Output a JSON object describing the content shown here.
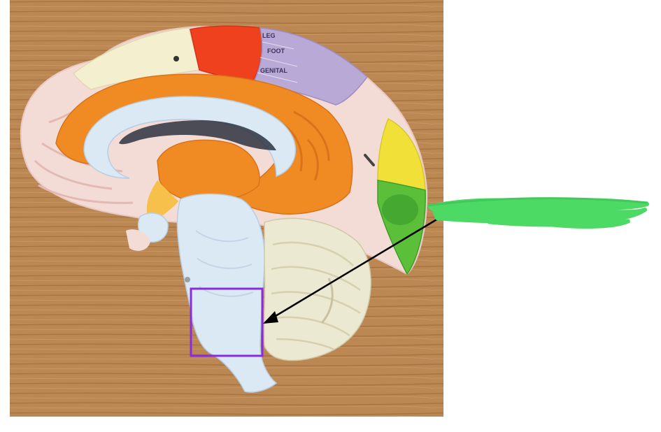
{
  "photo": {
    "subject": "brain-model-midsagittal",
    "engraved_labels": [
      "LEG",
      "FOOT",
      "GENITAL"
    ]
  },
  "annotations": {
    "arrow_color": "#000000",
    "highlight_box_color": "#8a2be2",
    "redaction_color": "#4cd964"
  },
  "colors": {
    "table_wood": "#b8844f",
    "cortex_pink": "#f3dcd6",
    "orange": "#f08a22",
    "light_blue": "#dbe9f5",
    "red": "#f0411e",
    "purple": "#b9a9d6",
    "yellow": "#f1e037",
    "green": "#5cbf3a",
    "cerebellum_cream": "#ece9d2"
  }
}
